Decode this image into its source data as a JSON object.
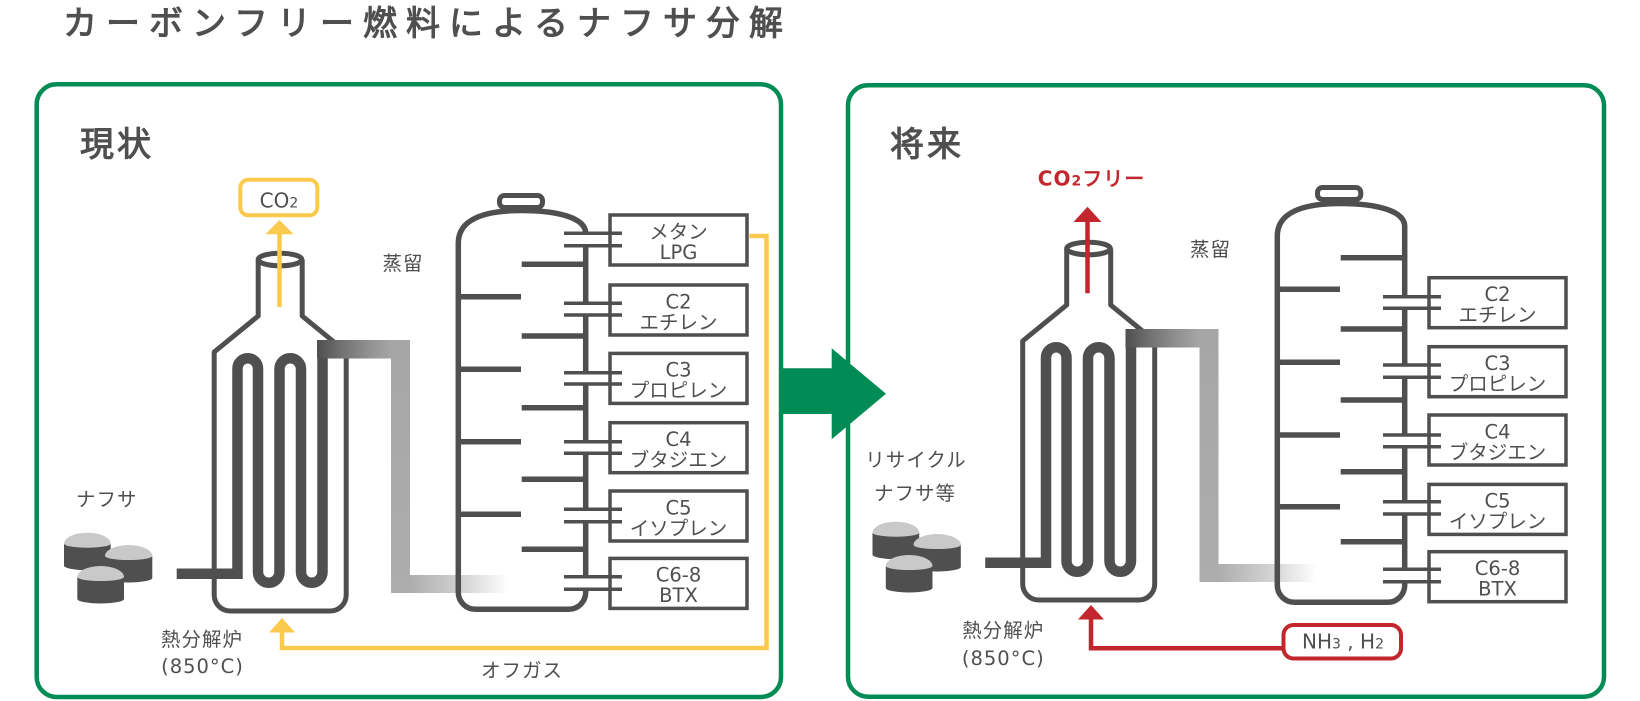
{
  "title": "カーボンフリー燃料によるナフサ分解",
  "colors": {
    "brand_green": "#008c54",
    "offgas_yellow": "#fcc94f",
    "carbon_free_red": "#c1272d",
    "diagram_gray": "#4f4f4f",
    "tank_top_gray": "#c9c9c9"
  },
  "icons": {
    "transition": "arrow-right-icon",
    "feedstock": "storage-tank-icon",
    "furnace": "cracking-furnace-icon",
    "column": "distillation-column-icon"
  },
  "current": {
    "heading": "現状",
    "emission": {
      "formula": "CO",
      "subscript": "2"
    },
    "distillation_label": "蒸留",
    "feedstock_label": "ナフサ",
    "furnace_label": "熱分解炉",
    "furnace_temperature": "(850°C)",
    "offgas_label": "オフガス",
    "products": [
      {
        "line1": "メタン",
        "line2": "LPG"
      },
      {
        "line1": "C2",
        "line2": "エチレン"
      },
      {
        "line1": "C3",
        "line2": "プロピレン"
      },
      {
        "line1": "C4",
        "line2": "ブタジエン"
      },
      {
        "line1": "C5",
        "line2": "イソプレン"
      },
      {
        "line1": "C6-8",
        "line2": "BTX"
      }
    ]
  },
  "future": {
    "heading": "将来",
    "emission": {
      "formula": "CO",
      "subscript": "2",
      "suffix": "フリー"
    },
    "distillation_label": "蒸留",
    "feedstock_label": [
      "リサイクル",
      "ナフサ等"
    ],
    "furnace_label": "熱分解炉",
    "furnace_temperature": "(850°C)",
    "fuel": {
      "part1": "NH",
      "sub1": "3",
      "separator": " , ",
      "part2": "H",
      "sub2": "2"
    },
    "products": [
      {
        "line1": "C2",
        "line2": "エチレン"
      },
      {
        "line1": "C3",
        "line2": "プロピレン"
      },
      {
        "line1": "C4",
        "line2": "ブタジエン"
      },
      {
        "line1": "C5",
        "line2": "イソプレン"
      },
      {
        "line1": "C6-8",
        "line2": "BTX"
      }
    ]
  }
}
